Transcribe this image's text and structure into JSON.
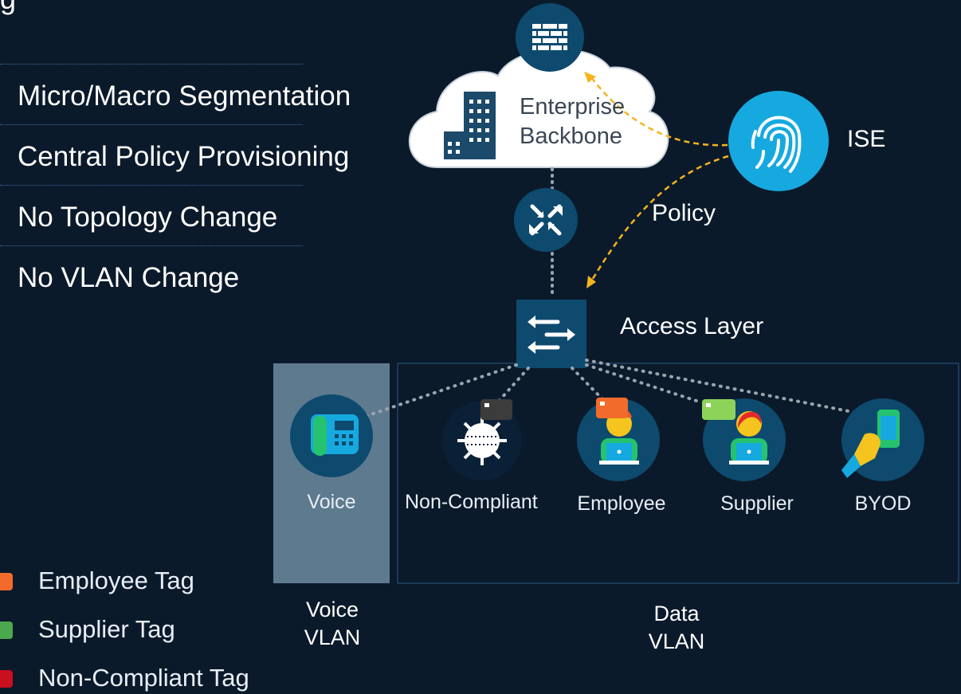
{
  "title_fragment": "g",
  "features": [
    {
      "label": "Micro/Macro Segmentation"
    },
    {
      "label": "Central Policy Provisioning"
    },
    {
      "label": "No Topology Change"
    },
    {
      "label": "No VLAN Change"
    }
  ],
  "cloud": {
    "label_line1": "Enterprise",
    "label_line2": "Backbone"
  },
  "ise": {
    "label": "ISE"
  },
  "policy": {
    "label": "Policy"
  },
  "access_layer": {
    "label": "Access Layer"
  },
  "devices": {
    "voice": "Voice",
    "non_compliant": "Non-Compliant",
    "employee": "Employee",
    "supplier": "Supplier",
    "byod": "BYOD"
  },
  "vlans": {
    "voice": {
      "line1": "Voice",
      "line2": "VLAN"
    },
    "data": {
      "line1": "Data",
      "line2": "VLAN"
    }
  },
  "legend": [
    {
      "label": "Employee Tag",
      "color": "#f26b2a"
    },
    {
      "label": "Supplier Tag",
      "color": "#4ca84c"
    },
    {
      "label": "Non-Compliant Tag",
      "color": "#c8101e"
    }
  ],
  "colors": {
    "background": "#0b1a2b",
    "icon_circle": "#0d4a6e",
    "ise_circle": "#16a9e0",
    "policy_arrow": "#f5b41e",
    "voice_vlan_box": "#5e7a8f"
  },
  "icons": {
    "firewall": "firewall-icon",
    "building": "building-icon",
    "fingerprint": "fingerprint-icon",
    "router": "router-icon",
    "switch": "switch-icon",
    "ip_phone": "ip-phone-icon",
    "virus": "virus-icon",
    "employee": "employee-icon",
    "supplier": "supplier-icon",
    "byod": "byod-phone-icon"
  }
}
